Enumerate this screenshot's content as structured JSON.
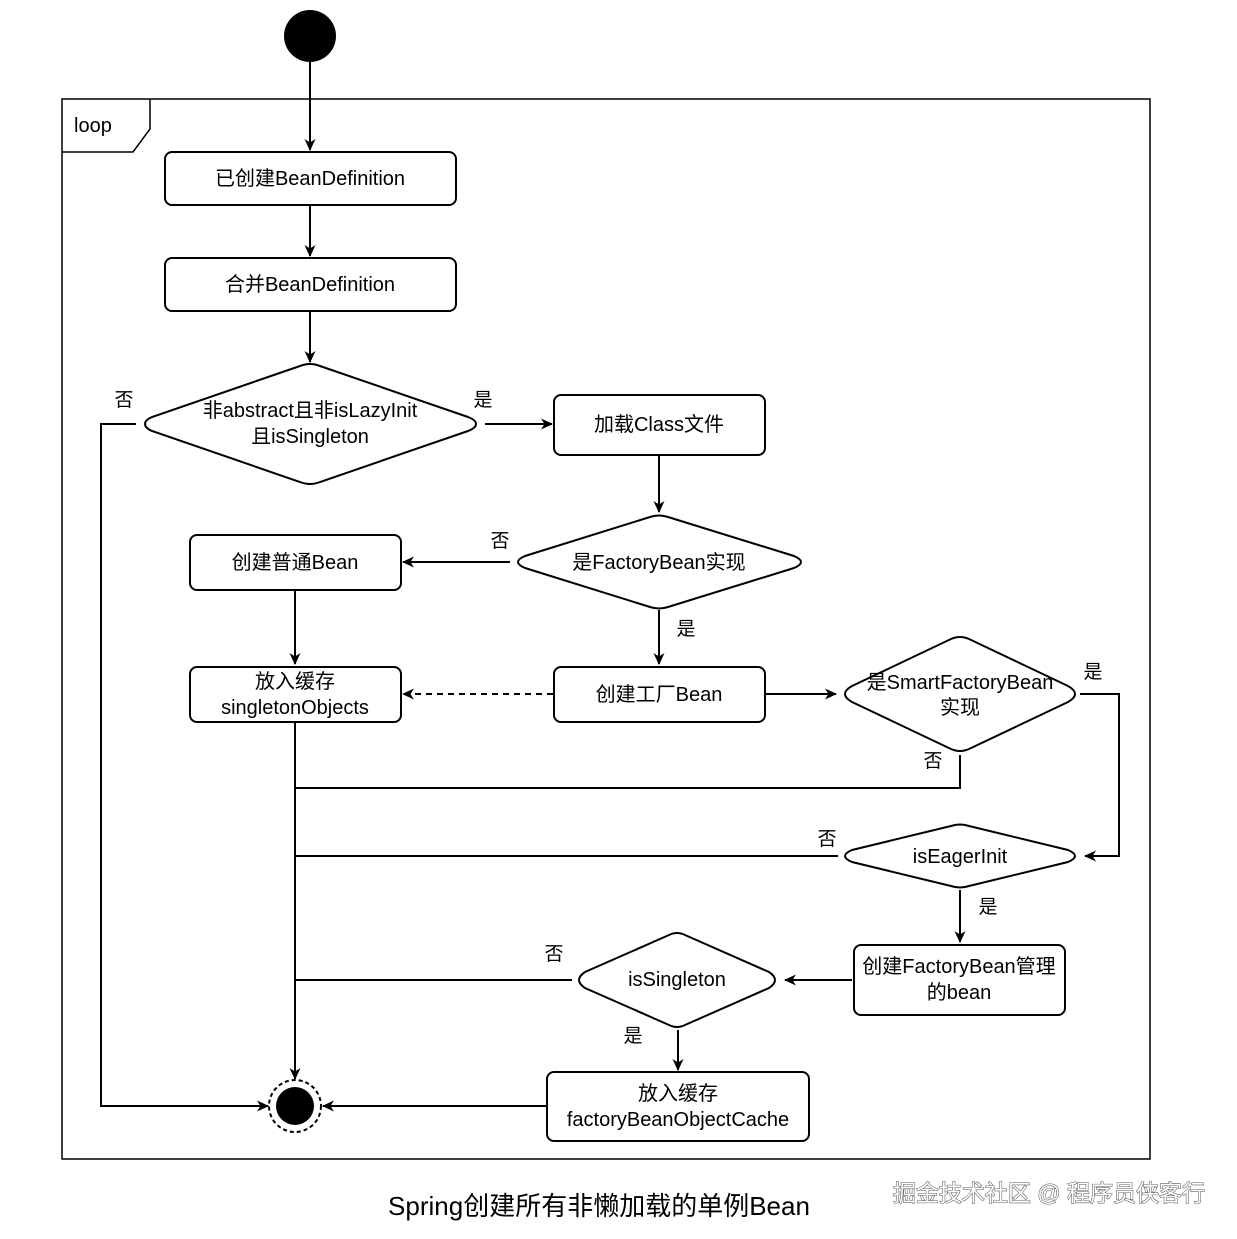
{
  "frame": {
    "label": "loop"
  },
  "nodes": {
    "created_bd": "已创建BeanDefinition",
    "merge_bd": "合并BeanDefinition",
    "cond_nonabstract": [
      "非abstract且非isLazyInit",
      "且isSingleton"
    ],
    "load_class": "加载Class文件",
    "cond_factorybean": "是FactoryBean实现",
    "create_normal_bean": "创建普通Bean",
    "put_singleton_cache": [
      "放入缓存",
      "singletonObjects"
    ],
    "create_factory_bean": "创建工厂Bean",
    "cond_smartfactorybean": [
      "是SmartFactoryBean",
      "实现"
    ],
    "cond_eagerinit": "isEagerInit",
    "create_managed_bean": [
      "创建FactoryBean管理",
      "的bean"
    ],
    "cond_singleton": "isSingleton",
    "put_factory_cache": [
      "放入缓存",
      "factoryBeanObjectCache"
    ]
  },
  "edge_labels": {
    "nonabstract_no": "否",
    "nonabstract_yes": "是",
    "factorybean_no": "否",
    "factorybean_yes": "是",
    "smart_yes": "是",
    "smart_no": "否",
    "eager_no": "否",
    "eager_yes": "是",
    "singleton_no": "否",
    "singleton_yes": "是"
  },
  "caption": "Spring创建所有非懒加载的单例Bean",
  "watermark": "掘金技术社区 @ 程序员侠客行"
}
